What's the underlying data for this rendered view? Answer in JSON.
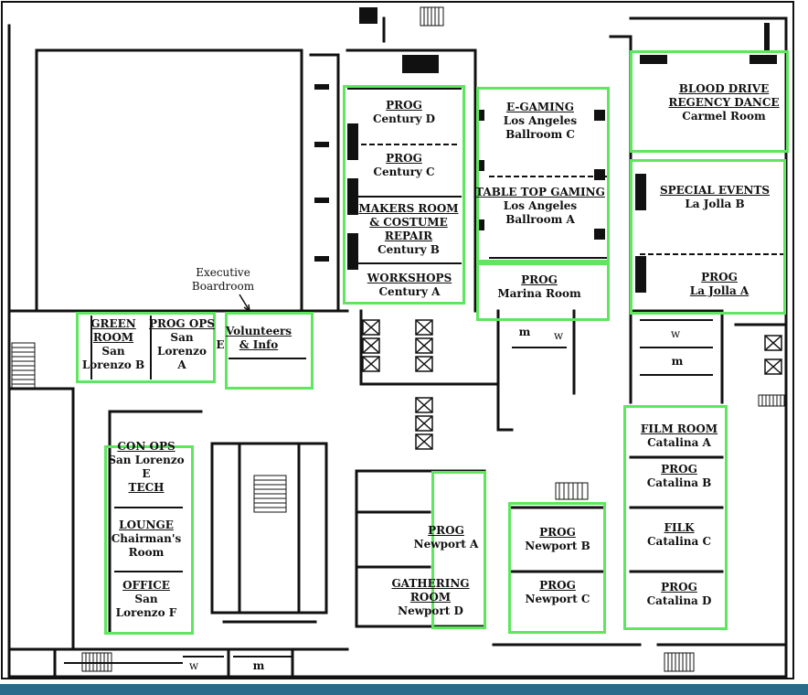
{
  "colors": {
    "highlight": "#5ee65e",
    "wall": "#111111",
    "frame": "#2a6a8a"
  },
  "rooms": [
    {
      "id": "century-d",
      "type": "PROG",
      "name": "Century D"
    },
    {
      "id": "century-c",
      "type": "PROG",
      "name": "Century C"
    },
    {
      "id": "century-b",
      "type": "MAKERS ROOM & COSTUME REPAIR",
      "type_lines": [
        "MAKERS ROOM",
        "& COSTUME",
        "REPAIR"
      ],
      "name": "Century B"
    },
    {
      "id": "century-a",
      "type": "WORKSHOPS",
      "name": "Century A"
    },
    {
      "id": "la-ballroom-c",
      "type": "E-GAMING",
      "name_lines": [
        "Los Angeles",
        "Ballroom C"
      ]
    },
    {
      "id": "la-ballroom-a",
      "type": "TABLE TOP GAMING",
      "name_lines": [
        "Los Angeles",
        "Ballroom A"
      ]
    },
    {
      "id": "marina",
      "type": "PROG",
      "name": "Marina Room"
    },
    {
      "id": "carmel",
      "type_lines": [
        "BLOOD DRIVE",
        "REGENCY DANCE"
      ],
      "name": "Carmel Room"
    },
    {
      "id": "la-jolla-b",
      "type": "SPECIAL EVENTS",
      "name": "La Jolla B"
    },
    {
      "id": "la-jolla-a",
      "type": "PROG",
      "name": "La Jolla A"
    },
    {
      "id": "san-lorenzo-b",
      "type_lines": [
        "GREEN",
        "ROOM"
      ],
      "name_lines": [
        "San",
        "Lorenzo B"
      ]
    },
    {
      "id": "san-lorenzo-a",
      "type": "PROG OPS",
      "name_lines": [
        "San",
        "Lorenzo",
        "A"
      ]
    },
    {
      "id": "volunteers",
      "type_lines": [
        "Volunteers",
        "& Info"
      ]
    },
    {
      "id": "san-lorenzo-e",
      "type": "CON OPS",
      "name_lines": [
        "San Lorenzo",
        "E"
      ],
      "extra": "TECH"
    },
    {
      "id": "chairmans",
      "type": "LOUNGE",
      "name_lines": [
        "Chairman's",
        "Room"
      ]
    },
    {
      "id": "san-lorenzo-f",
      "type": "OFFICE",
      "name_lines": [
        "San",
        "Lorenzo F"
      ]
    },
    {
      "id": "newport-a",
      "type": "PROG",
      "name": "Newport A"
    },
    {
      "id": "newport-d",
      "type_lines": [
        "GATHERING",
        "ROOM"
      ],
      "name": "Newport D"
    },
    {
      "id": "newport-b",
      "type": "PROG",
      "name": "Newport B"
    },
    {
      "id": "newport-c",
      "type": "PROG",
      "name": "Newport C"
    },
    {
      "id": "catalina-a",
      "type": "FILM ROOM",
      "name": "Catalina A"
    },
    {
      "id": "catalina-b",
      "type": "PROG",
      "name": "Catalina B"
    },
    {
      "id": "catalina-c",
      "type": "FILK",
      "name": "Catalina C"
    },
    {
      "id": "catalina-d",
      "type": "PROG",
      "name": "Catalina D"
    }
  ],
  "labels": {
    "executive_boardroom": [
      "Executive",
      "Boardroom"
    ],
    "restroom_w": "w",
    "restroom_m": "m",
    "elevator_marker": "E"
  }
}
